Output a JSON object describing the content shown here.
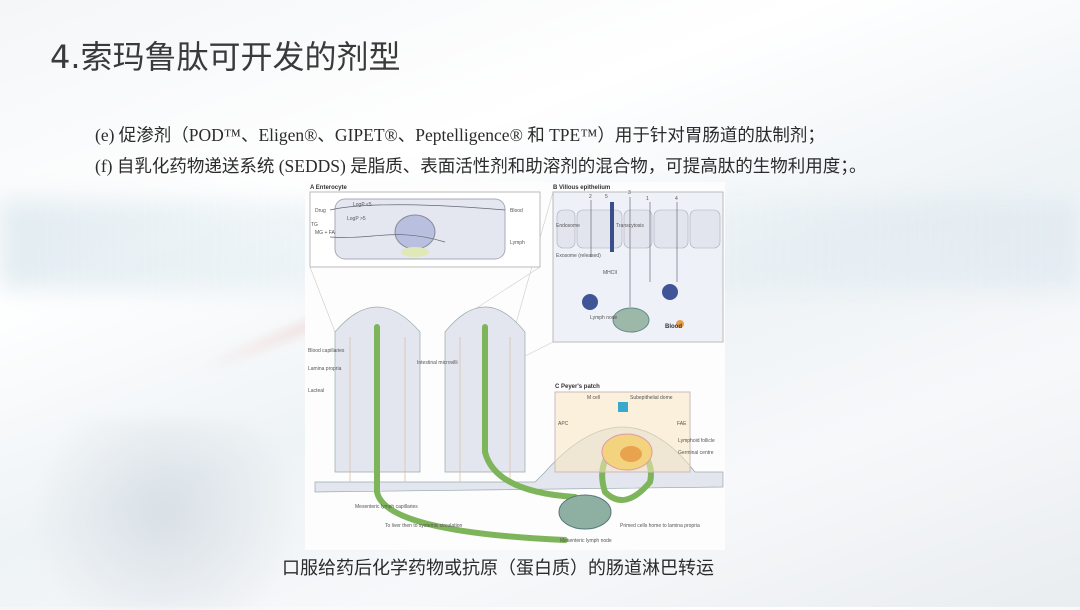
{
  "title": "4.索玛鲁肽可开发的剂型",
  "points": [
    "(e) 促渗剂（POD™、Eligen®、GIPET®、Peptelligence® 和 TPE™）用于针对胃肠道的肽制剂；",
    "(f) 自乳化药物递送系统 (SEDDS) 是脂质、表面活性剂和助溶剂的混合物，可提高肽的生物利用度；。"
  ],
  "figure": {
    "panel_a": {
      "title": "A Enterocyte",
      "labels": [
        "Drug",
        "LogP <5",
        "LogP >5",
        "Blood",
        "TG",
        "MG + FA",
        "Lymph"
      ]
    },
    "panel_b": {
      "title": "B Villous epithelium",
      "labels": [
        "Endosome",
        "Transcytosis",
        "Exosome (released)",
        "MHCII",
        "Lymph node",
        "Blood"
      ],
      "steps": [
        "1",
        "2",
        "3",
        "4",
        "5"
      ]
    },
    "panel_c": {
      "title": "C Peyer's patch",
      "labels": [
        "M cell",
        "Subepithelial dome",
        "APC",
        "FAE",
        "Lymphoid follicle",
        "Germinal centre"
      ]
    },
    "main_labels": [
      "Blood capillaries",
      "Lamina propria",
      "Lacteal",
      "Intestinal microvilli",
      "Mesenteric lymph capillaries",
      "To liver then to systemic circulation",
      "Mesenteric lymph node",
      "Primed cells home to lamina propria"
    ]
  },
  "caption": "口服给药后化学药物或抗原（蛋白质）的肠道淋巴转运"
}
